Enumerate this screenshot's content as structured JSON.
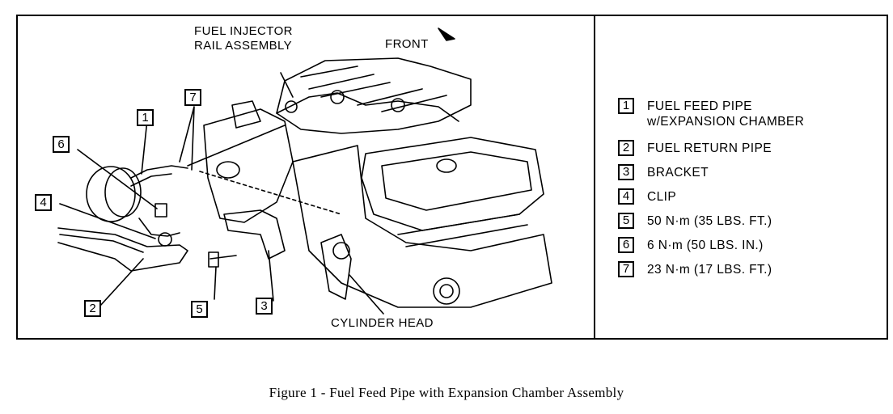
{
  "labels": {
    "fuel_injector_rail_line1": "FUEL INJECTOR",
    "fuel_injector_rail_line2": "RAIL ASSEMBLY",
    "front": "FRONT",
    "cylinder_head": "CYLINDER HEAD"
  },
  "callouts": [
    "1",
    "2",
    "3",
    "4",
    "5",
    "6",
    "7"
  ],
  "legend": [
    {
      "num": "1",
      "text": "FUEL FEED PIPE\nw/EXPANSION CHAMBER"
    },
    {
      "num": "2",
      "text": "FUEL RETURN PIPE"
    },
    {
      "num": "3",
      "text": "BRACKET"
    },
    {
      "num": "4",
      "text": "CLIP"
    },
    {
      "num": "5",
      "text": "50 N·m (35 LBS. FT.)"
    },
    {
      "num": "6",
      "text": "6 N·m (50 LBS. IN.)"
    },
    {
      "num": "7",
      "text": "23 N·m (17 LBS. FT.)"
    }
  ],
  "caption": "Figure 1 - Fuel Feed Pipe with Expansion Chamber Assembly"
}
